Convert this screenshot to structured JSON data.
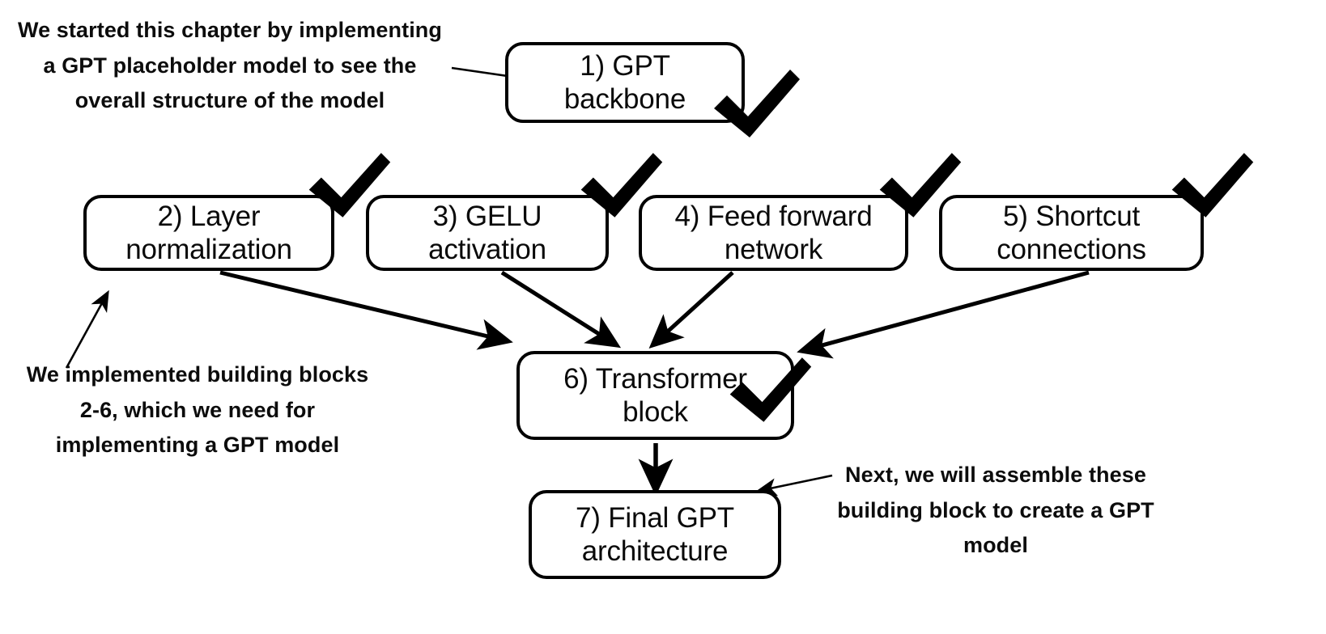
{
  "diagram": {
    "title": "Chapter summary: GPT model building blocks",
    "background_color": "#ffffff",
    "stroke_color": "#000000",
    "text_color": "#0a0a0a"
  },
  "nodes": [
    {
      "id": "gpt-backbone",
      "label": "1) GPT\nbackbone",
      "number": "1",
      "name": "GPT backbone",
      "checked": true
    },
    {
      "id": "layer-normalization",
      "label": "2) Layer\nnormalization",
      "number": "2",
      "name": "Layer normalization",
      "checked": true
    },
    {
      "id": "gelu-activation",
      "label": "3) GELU\nactivation",
      "number": "3",
      "name": "GELU activation",
      "checked": true
    },
    {
      "id": "feed-forward-network",
      "label": "4) Feed forward\nnetwork",
      "number": "4",
      "name": "Feed forward network",
      "checked": true
    },
    {
      "id": "shortcut-connections",
      "label": "5) Shortcut\nconnections",
      "number": "5",
      "name": "Shortcut connections",
      "checked": true
    },
    {
      "id": "transformer-block",
      "label": "6) Transformer\nblock",
      "number": "6",
      "name": "Transformer block",
      "checked": true
    },
    {
      "id": "final-gpt-architecture",
      "label": "7) Final GPT\narchitecture",
      "number": "7",
      "name": "Final GPT architecture",
      "checked": false
    }
  ],
  "annotations": [
    {
      "id": "note-top-left",
      "text": "We started this chapter by implementing\na GPT placeholder model to see the\noverall structure of the model",
      "points_to": "gpt-backbone"
    },
    {
      "id": "note-middle-left",
      "text": "We implemented building blocks\n2-6, which we need for\nimplementing a GPT model",
      "points_to": "layer-normalization"
    },
    {
      "id": "note-bottom-right",
      "text": "Next, we will assemble these\nbuilding block to create a GPT\nmodel",
      "points_to": "final-gpt-architecture"
    }
  ],
  "edges": [
    {
      "from": "note-top-left",
      "to": "gpt-backbone",
      "style": "thin"
    },
    {
      "from": "layer-normalization",
      "to": "transformer-block",
      "style": "thick"
    },
    {
      "from": "gelu-activation",
      "to": "transformer-block",
      "style": "thick"
    },
    {
      "from": "feed-forward-network",
      "to": "transformer-block",
      "style": "thick"
    },
    {
      "from": "shortcut-connections",
      "to": "transformer-block",
      "style": "thick"
    },
    {
      "from": "transformer-block",
      "to": "final-gpt-architecture",
      "style": "thick"
    },
    {
      "from": "note-middle-left",
      "to": "layer-normalization",
      "style": "thin"
    },
    {
      "from": "note-bottom-right",
      "to": "final-gpt-architecture",
      "style": "thin"
    }
  ],
  "checkmarks": [
    {
      "for": "gpt-backbone",
      "name": "checkmark-icon"
    },
    {
      "for": "layer-normalization",
      "name": "checkmark-icon"
    },
    {
      "for": "gelu-activation",
      "name": "checkmark-icon"
    },
    {
      "for": "feed-forward-network",
      "name": "checkmark-icon"
    },
    {
      "for": "shortcut-connections",
      "name": "checkmark-icon"
    },
    {
      "for": "transformer-block",
      "name": "checkmark-icon"
    }
  ]
}
